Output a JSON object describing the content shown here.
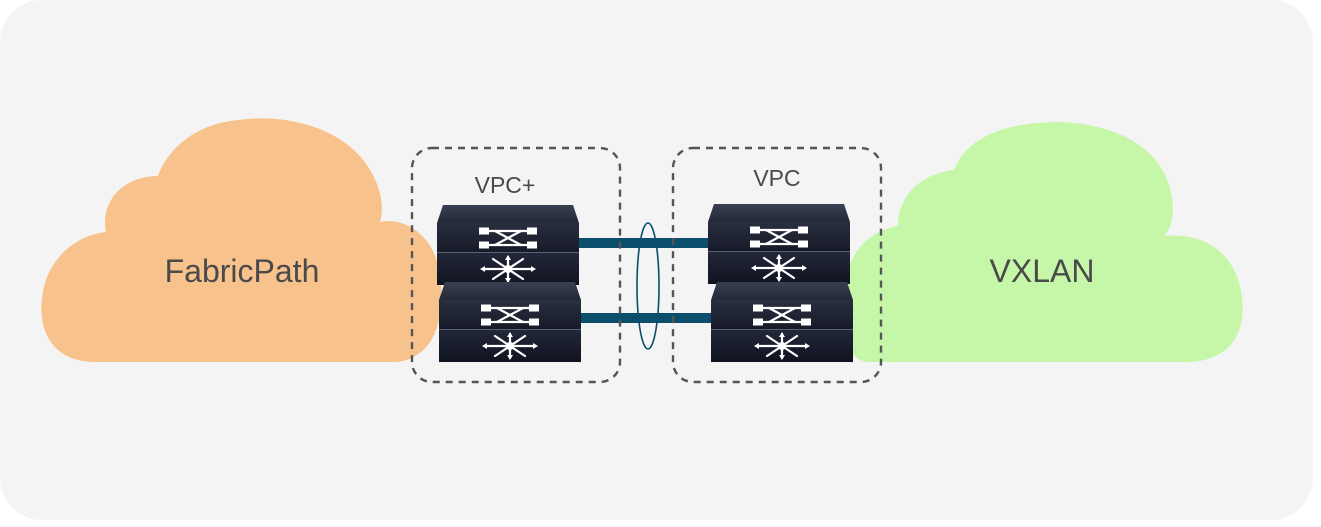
{
  "clouds": {
    "left": {
      "label": "FabricPath",
      "color": "#f8c28d"
    },
    "right": {
      "label": "VXLAN",
      "color": "#c6f7a8"
    }
  },
  "groups": {
    "left": {
      "label": "VPC+"
    },
    "right": {
      "label": "VPC"
    }
  },
  "colors": {
    "background": "#f4f4f4",
    "link": "#0b4f6c",
    "switch_top": "#2c3141",
    "switch_body": "#1c2030",
    "group_border": "#555555",
    "text": "#4a4a4a"
  },
  "switches": [
    {
      "group": "left",
      "position": "top",
      "icon": "switch-icon"
    },
    {
      "group": "left",
      "position": "bottom",
      "icon": "switch-icon"
    },
    {
      "group": "right",
      "position": "top",
      "icon": "switch-icon"
    },
    {
      "group": "right",
      "position": "bottom",
      "icon": "switch-icon"
    }
  ],
  "links": [
    {
      "from": "left-top",
      "to": "right-top"
    },
    {
      "from": "left-bottom",
      "to": "right-bottom"
    }
  ],
  "port_channel": {
    "icon": "port-channel-ellipse-icon"
  }
}
